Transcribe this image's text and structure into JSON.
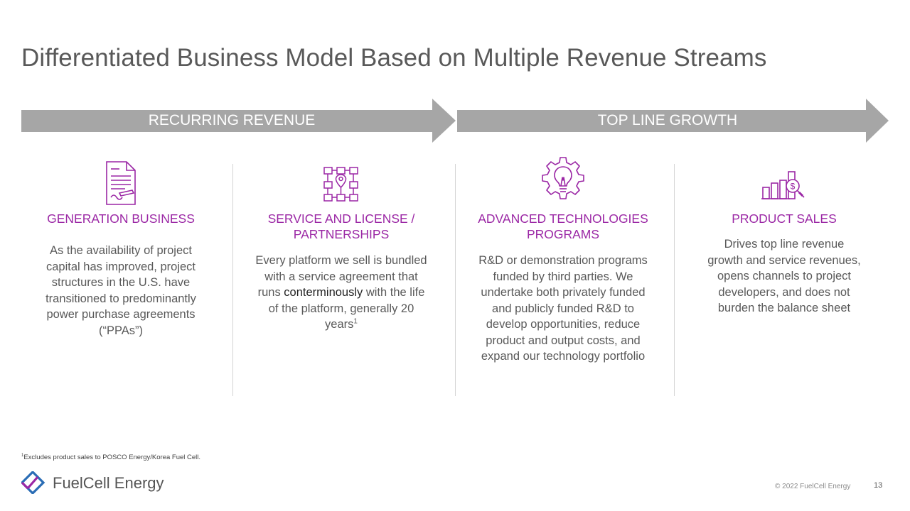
{
  "slide": {
    "title": "Differentiated Business Model Based on Multiple Revenue Streams"
  },
  "banners": {
    "left_label": "RECURRING REVENUE",
    "right_label": "TOP LINE GROWTH",
    "color": "#a6a6a6"
  },
  "columns": [
    {
      "icon": "document-contract-icon",
      "heading_1": "GENERATION BUSINESS",
      "heading_2": "",
      "lines": [
        "As the availability of project",
        "capital has improved, project",
        "structures in the U.S. have",
        "transitioned to predominantly",
        "power purchase agreements",
        "(“PPAs”)"
      ]
    },
    {
      "icon": "network-map-icon",
      "heading_1": "SERVICE AND LICENSE /",
      "heading_2": "PARTNERSHIPS",
      "lines": [
        "Every platform we sell is bundled",
        "with a service agreement that"
      ],
      "line3_before": "runs ",
      "line3_highlight": "conterminously",
      "line3_after": " with the life",
      "line4": "of the platform, generally 20",
      "line5": "years",
      "line5_sup": "1"
    },
    {
      "icon": "lightbulb-gear-icon",
      "heading_1": "ADVANCED TECHNOLOGIES",
      "heading_2": "PROGRAMS",
      "lines": [
        "R&D or demonstration programs",
        "funded by third parties. We",
        "undertake both privately funded",
        "and publicly funded R&D to",
        "develop opportunities, reduce",
        "product and output costs, and",
        "expand our technology portfolio"
      ]
    },
    {
      "icon": "bar-chart-dollar-icon",
      "heading_1": "PRODUCT SALES",
      "heading_2": "",
      "lines": [
        "Drives top line revenue",
        "growth and service revenues,",
        "opens channels to project",
        "developers, and does not",
        "burden the balance sheet"
      ]
    }
  ],
  "footnote": {
    "sup": "1",
    "text": "Excludes product sales to POSCO Energy/Korea Fuel Cell."
  },
  "footer": {
    "logo_text": "FuelCell Energy",
    "copyright": "© 2022 FuelCell Energy",
    "page_number": "13"
  },
  "colors": {
    "accent_purple": "#9b27a5",
    "text_gray": "#595959",
    "logo_blue": "#2a6db5"
  }
}
